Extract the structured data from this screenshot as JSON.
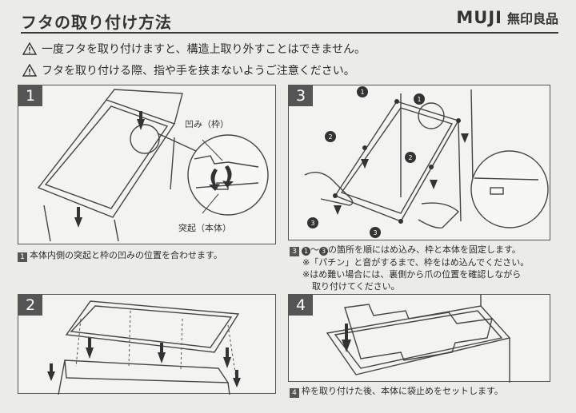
{
  "header": {
    "title": "フタの取り付け方法",
    "brand_latin": "MUJI",
    "brand_jp": "無印良品"
  },
  "warnings": [
    "一度フタを取り付けますと、構造上取り外すことはできません。",
    "フタを取り付ける際、指や手を挟まないようご注意ください。"
  ],
  "steps": {
    "s1": {
      "number": "1",
      "label_recess": "凹み（枠）",
      "label_protrusion": "突起（本体）",
      "caption_num": "1",
      "caption": "本体内側の突起と枠の凹みの位置を合わせます。"
    },
    "s2": {
      "number": "2"
    },
    "s3": {
      "number": "3",
      "callout_1": "1",
      "callout_2": "2",
      "callout_3": "3",
      "caption_num": "3",
      "caption_c1": "1",
      "caption_tilde": "～",
      "caption_c3": "3",
      "caption_line1": "の箇所を順にはめ込み、枠と本体を固定します。",
      "caption_line2": "※「パチン」と音がするまで、枠をはめ込んでください。",
      "caption_line3": "※はめ難い場合には、裏側から爪の位置を確認しながら",
      "caption_line4": "取り付けてください。"
    },
    "s4": {
      "number": "4",
      "caption_num": "4",
      "caption": "枠を取り付けた後、本体に袋止めをセットします。"
    }
  }
}
